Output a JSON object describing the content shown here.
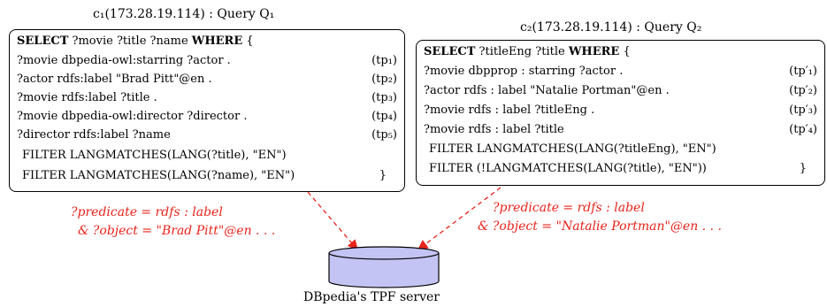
{
  "q1": {
    "title": "c₁(173.28.19.114) : Query Q₁",
    "select_kw": "SELECT",
    "select_vars": " ?movie ?title ?name ",
    "where_kw": "WHERE",
    "open_brace": " {",
    "rows": [
      {
        "text": "?movie dbpedia-owl:starring ?actor .",
        "tag": "(tp₁)"
      },
      {
        "text": "?actor rdfs:label \"Brad Pitt\"@en .",
        "tag": "(tp₂)"
      },
      {
        "text": "?movie rdfs:label ?title .",
        "tag": "(tp₃)"
      },
      {
        "text": "?movie dbpedia-owl:director ?director .",
        "tag": "(tp₄)"
      },
      {
        "text": "?director rdfs:label ?name",
        "tag": "(tp₅)"
      }
    ],
    "filters": [
      "FILTER LANGMATCHES(LANG(?title), \"EN\")",
      "FILTER LANGMATCHES(LANG(?name), \"EN\")"
    ],
    "close_brace": "}"
  },
  "q2": {
    "title": "c₂(173.28.19.114) : Query Q₂",
    "select_kw": "SELECT",
    "select_vars": " ?titleEng ?title ",
    "where_kw": "WHERE",
    "open_brace": " {",
    "rows": [
      {
        "text": "?movie dbpprop : starring ?actor .",
        "tag": "(tp′₁)"
      },
      {
        "text": "?actor rdfs : label \"Natalie Portman\"@en .",
        "tag": "(tp′₂)"
      },
      {
        "text": "?movie rdfs : label ?titleEng .",
        "tag": "(tp′₃)"
      },
      {
        "text": "?movie rdfs : label ?title",
        "tag": "(tp′₄)"
      }
    ],
    "filters": [
      "FILTER LANGMATCHES(LANG(?titleEng), \"EN\")",
      "FILTER (!LANGMATCHES(LANG(?title), \"EN\"))"
    ],
    "close_brace": "}"
  },
  "annotations": {
    "left_line1": "?predicate = rdfs : label",
    "left_line2": "& ?object = \"Brad Pitt\"@en . . .",
    "right_line1": "?predicate = rdfs : label",
    "right_line2": "& ?object = \"Natalie Portman\"@en . . ."
  },
  "server": {
    "label": "DBpedia's TPF server",
    "fill_color": "#c4c4f4",
    "arrow_color": "#e8231a"
  }
}
